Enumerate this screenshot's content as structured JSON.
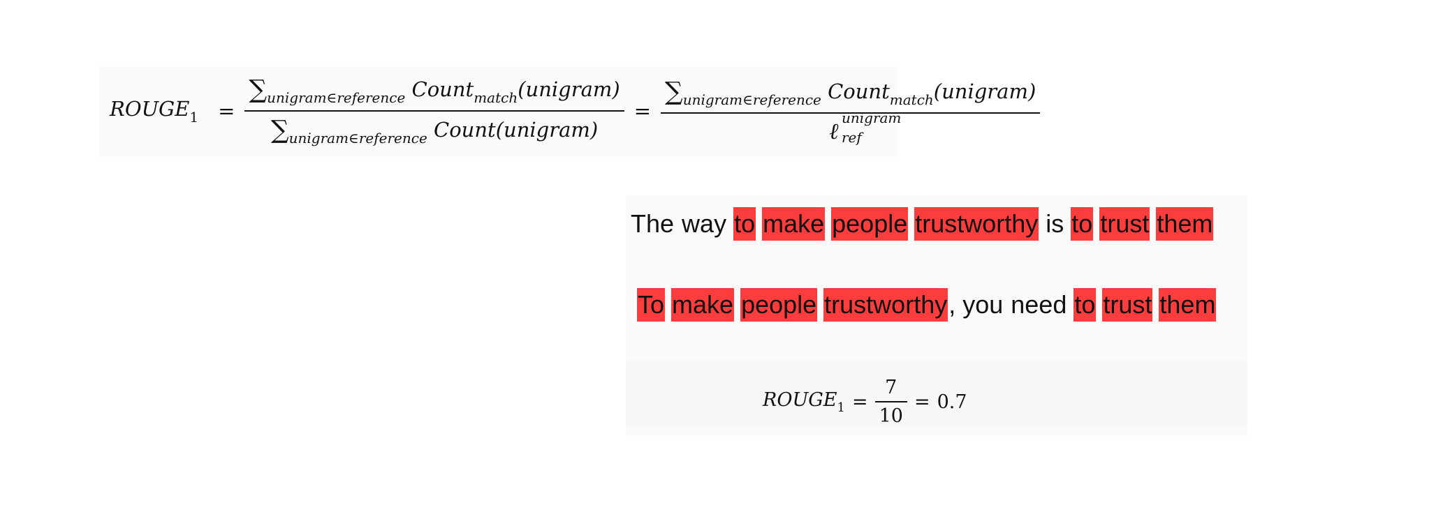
{
  "formula": {
    "lhs_main": "ROUGE",
    "lhs_sub": "1",
    "eq": "=",
    "sum_symbol": "∑",
    "sum_sub": "unigram∈reference",
    "count_match": "Count",
    "count_match_sub": "match",
    "arg": "(unigram)",
    "count": "Count",
    "ell": "ℓ",
    "ell_sup": "unigram",
    "ell_sub": "ref"
  },
  "sentences": {
    "reference": [
      {
        "text": "The",
        "highlight": false
      },
      {
        "text": "way",
        "highlight": false
      },
      {
        "text": "to",
        "highlight": true
      },
      {
        "text": "make",
        "highlight": true
      },
      {
        "text": "people",
        "highlight": true
      },
      {
        "text": "trustworthy",
        "highlight": true
      },
      {
        "text": "is",
        "highlight": false
      },
      {
        "text": "to",
        "highlight": true
      },
      {
        "text": "trust",
        "highlight": true
      },
      {
        "text": "them",
        "highlight": true
      }
    ],
    "candidate": [
      {
        "text": "To",
        "highlight": true
      },
      {
        "text": "make",
        "highlight": true
      },
      {
        "text": "people",
        "highlight": true
      },
      {
        "text": "trustworthy",
        "highlight": true
      },
      {
        "text": ", you",
        "highlight": false
      },
      {
        "text": "need",
        "highlight": false
      },
      {
        "text": "to",
        "highlight": true
      },
      {
        "text": "trust",
        "highlight": true
      },
      {
        "text": "them",
        "highlight": true
      }
    ],
    "highlight_color": "#fb3d3d"
  },
  "result": {
    "lhs_main": "ROUGE",
    "lhs_sub": "1",
    "eq": "=",
    "numerator": "7",
    "denominator": "10",
    "value": "0.7"
  }
}
